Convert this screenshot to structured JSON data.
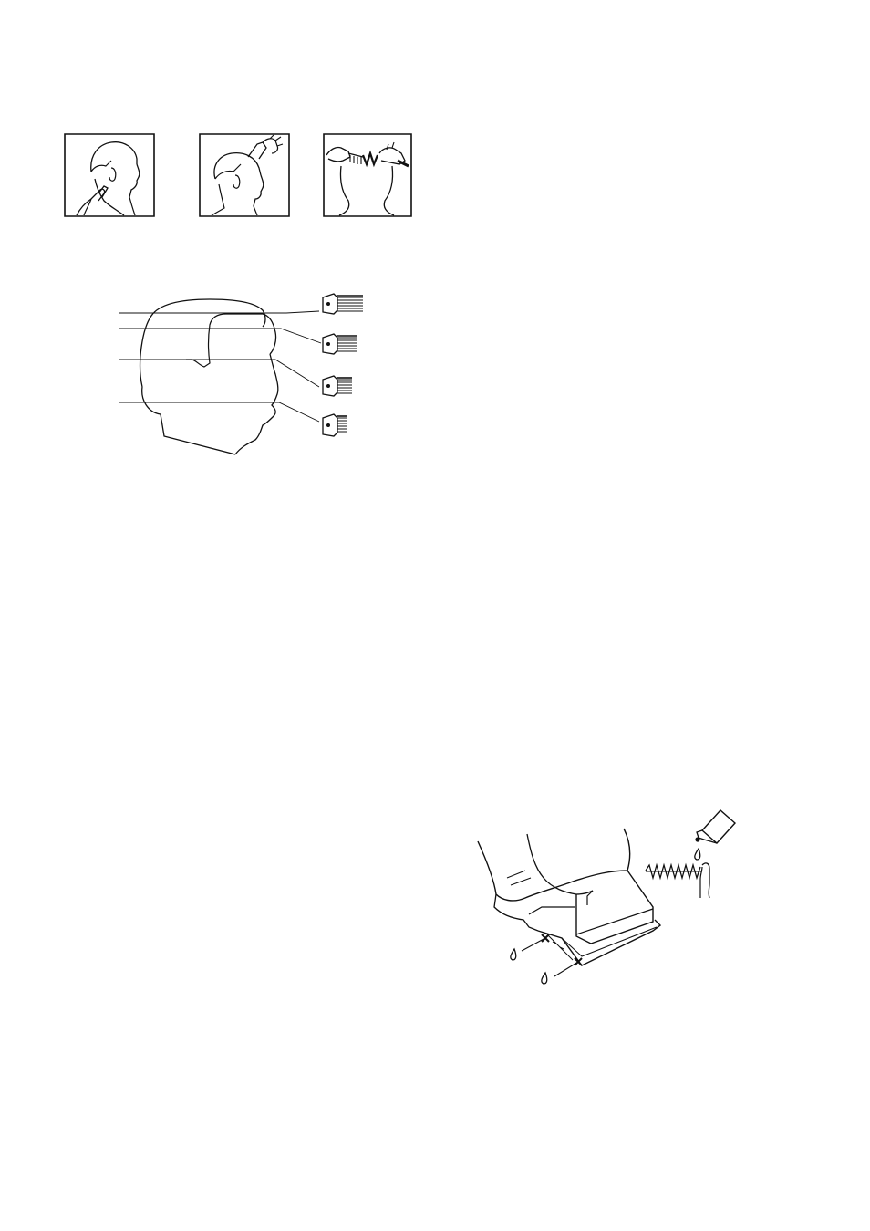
{
  "page": {
    "background": "#ffffff",
    "ink": "#111111"
  },
  "illustrations": [
    {
      "id": "neck-trimming",
      "icon": "clipper-at-neck-icon"
    },
    {
      "id": "top-trimming",
      "icon": "clipper-on-top-icon"
    },
    {
      "id": "comb-and-cut",
      "icon": "comb-and-clipper-icon"
    },
    {
      "id": "comb-guide",
      "icon": "head-profile-with-combs-icon"
    },
    {
      "id": "oiling",
      "icon": "clipper-oiling-icon"
    }
  ],
  "comb_attachments": {
    "count": 4,
    "tooth_lengths_relative": [
      1.0,
      0.78,
      0.56,
      0.3
    ]
  }
}
